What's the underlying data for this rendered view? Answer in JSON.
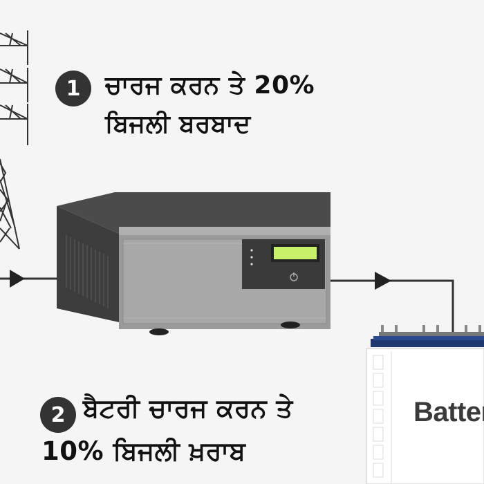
{
  "step1": {
    "number": "1",
    "line1": "ਚਾਰਜ ਕਰਨ ਤੇ 20%",
    "line2": "ਬਿਜਲੀ ਬਰਬਾਦ"
  },
  "step2": {
    "number": "2",
    "line1": "ਬੈਟਰੀ ਚਾਰਜ ਕਰਨ ਤੇ",
    "line2": "10% ਬਿਜਲੀ ਖ਼ਰਾਬ"
  },
  "battery": {
    "label": "Batter"
  },
  "colors": {
    "background": "#f5f5f5",
    "wire": "#333333",
    "lcd": "#c8f068",
    "battery_top": "#1f3870"
  }
}
